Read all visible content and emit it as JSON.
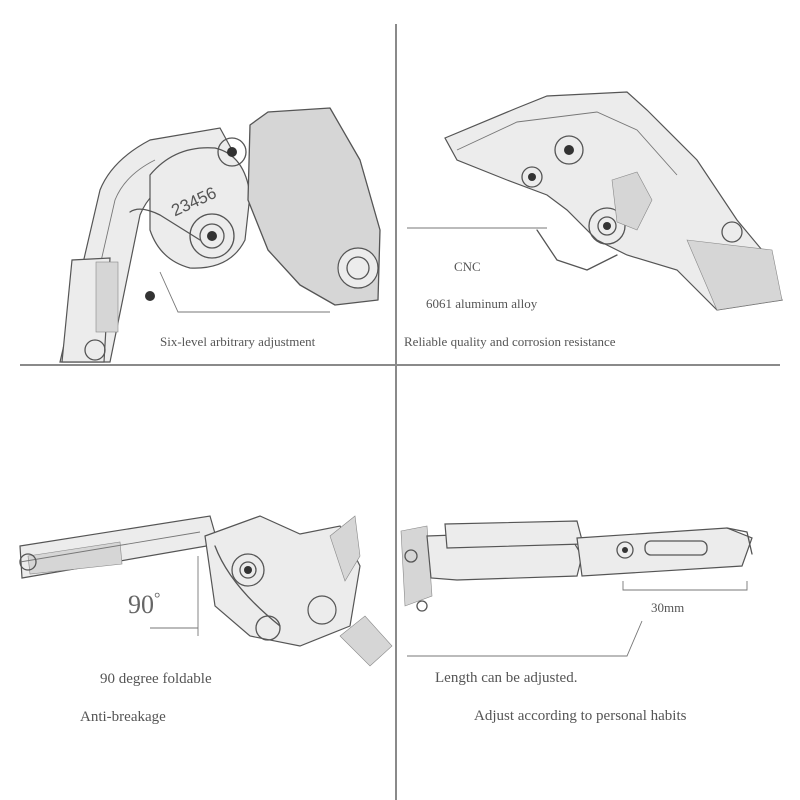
{
  "panels": {
    "top_left": {
      "caption": "Six-level arbitrary adjustment",
      "dial_numbers": "23456"
    },
    "top_right": {
      "label_material": "CNC",
      "label_alloy": "6061 aluminum alloy",
      "caption": "Reliable quality and corrosion resistance"
    },
    "bottom_left": {
      "angle": "90",
      "degree_symbol": "°",
      "caption_1": "90 degree foldable",
      "caption_2": "Anti-breakage"
    },
    "bottom_right": {
      "measurement": "30mm",
      "caption_1": "Length can be adjusted.",
      "caption_2": "Adjust according to personal habits"
    }
  },
  "colors": {
    "divider": "#8a8a8a",
    "text": "#555555",
    "sketch_line": "#555555",
    "background": "#ffffff"
  }
}
